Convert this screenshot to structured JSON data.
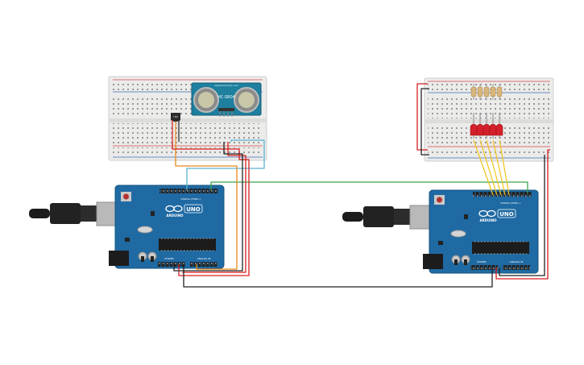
{
  "left_board": {
    "brand": "ARDUINO",
    "model": "UNO",
    "digital_label": "DIGITAL (PWM~)",
    "power_label": "POWER",
    "analog_label": "ANALOG IN"
  },
  "right_board": {
    "brand": "ARDUINO",
    "model": "UNO",
    "digital_label": "DIGITAL (PWM~)",
    "power_label": "POWER",
    "analog_label": "ANALOG IN"
  },
  "sensor": {
    "label": "HC-SR04",
    "site": "www.tinkercad.com"
  },
  "temp_sensor": {
    "label": "TMP"
  },
  "colors": {
    "board": "#1f6aa3",
    "board_dark": "#17557f",
    "breadboard": "#e9e9e7",
    "sensor_pcb": "#1e7f9e",
    "wire_red": "#d91e1e",
    "wire_black": "#222222",
    "wire_orange": "#e8891b",
    "wire_cyan": "#5ab4d0",
    "wire_green": "#3aa54a",
    "wire_yellow": "#f0c419",
    "led_red": "#d4202a"
  }
}
